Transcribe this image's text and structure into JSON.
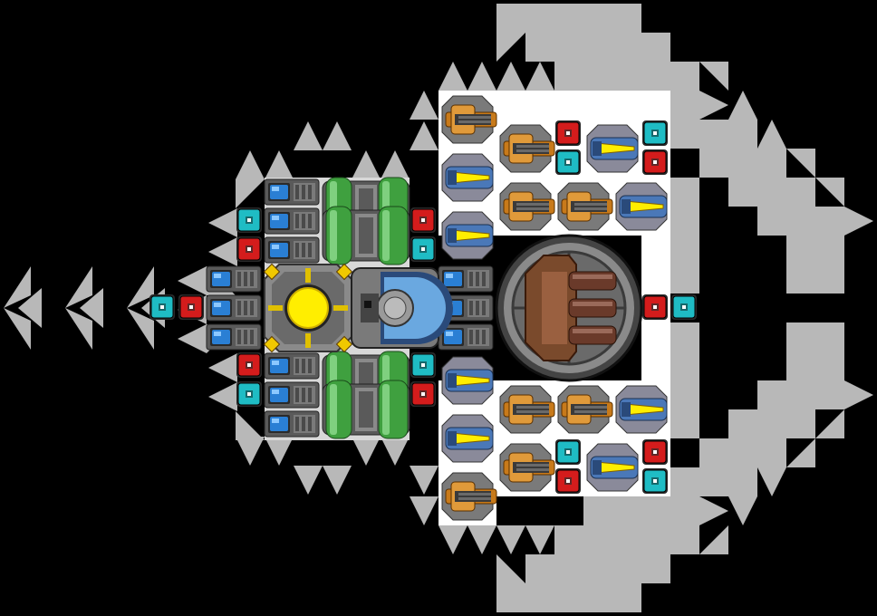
{
  "scene": {
    "type": "ship-builder-blueprint",
    "colors": {
      "background": "#000000",
      "armor": "#b8b8b8",
      "hull_fill": "#ffffff",
      "thruster_blue": "#2a7fd4",
      "plating_green": "#3fa03f",
      "reactor_yellow": "#ffee00",
      "connector_cyan": "#1fbcc4",
      "connector_red": "#d41c1c",
      "cannon_orange": "#c87a1a",
      "laser_blue": "#4a78b8",
      "turret_brown": "#7a4a2c"
    },
    "modules": {
      "armor_triangles": "gray-triangle-armor",
      "small_thrusters": "blue-thruster",
      "fuel_tanks": "green-fuel-tank",
      "reactor": "yellow-reactor-core",
      "shield_generator": "shield-generator",
      "autocannons": "orange-autocannon",
      "lasers": "blue-laser",
      "main_turret": "heavy-triple-turret",
      "connectors": "port-connector"
    }
  }
}
